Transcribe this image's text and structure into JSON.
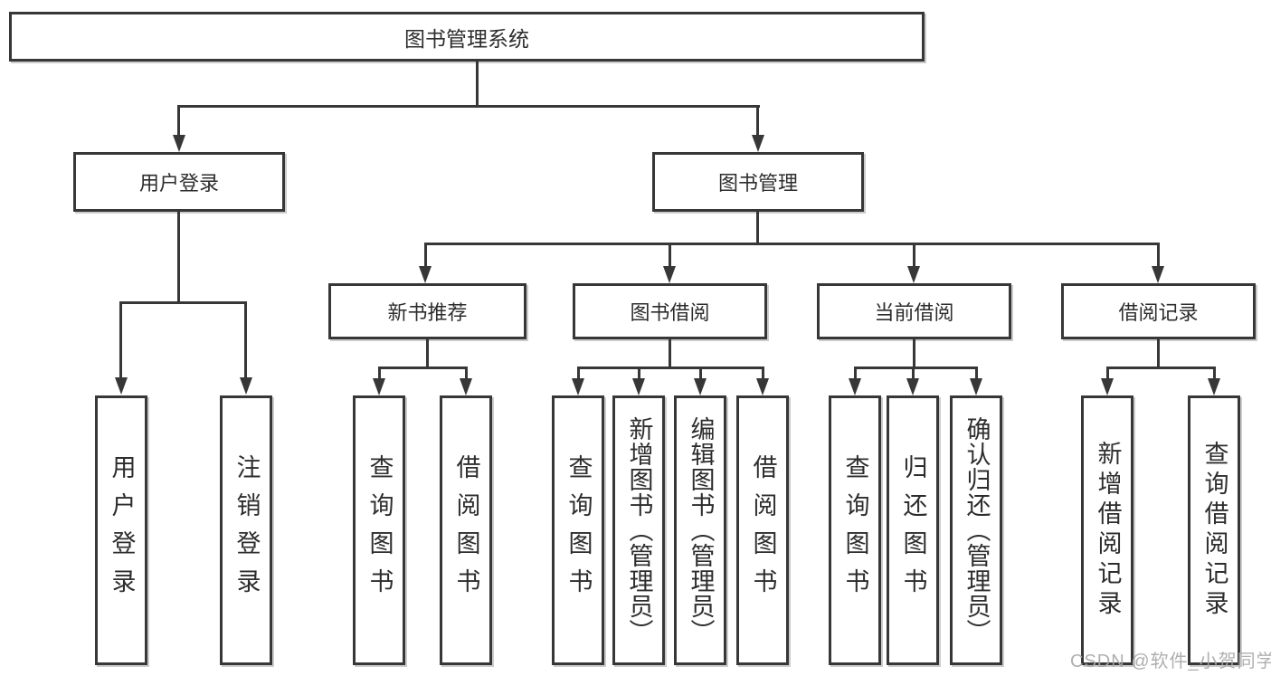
{
  "title": {
    "label": "图书管理系统"
  },
  "level2": [
    {
      "label": "用户登录"
    },
    {
      "label": "图书管理"
    }
  ],
  "level3": [
    {
      "label": "新书推荐"
    },
    {
      "label": "图书借阅"
    },
    {
      "label": "当前借阅"
    },
    {
      "label": "借阅记录"
    }
  ],
  "level4": [
    {
      "label": "用户登录"
    },
    {
      "label": "注销登录"
    },
    {
      "label": "查询图书"
    },
    {
      "label": "借阅图书"
    },
    {
      "label": "查询图书"
    },
    {
      "label": "新增图书（管理员）"
    },
    {
      "label": "编辑图书（管理员）"
    },
    {
      "label": "借阅图书"
    },
    {
      "label": "查询图书"
    },
    {
      "label": "归还图书"
    },
    {
      "label": "确认归还（管理员）"
    },
    {
      "label": "新增借阅记录"
    },
    {
      "label": "查询借阅记录"
    }
  ],
  "watermark": {
    "label": "CSDN @软件_小贺同学"
  },
  "colors": {
    "line": "#373737",
    "text": "#2d2d2d",
    "box_fill": "#ffffff",
    "watermark": "#a8a8a8",
    "background": "#ffffff"
  }
}
